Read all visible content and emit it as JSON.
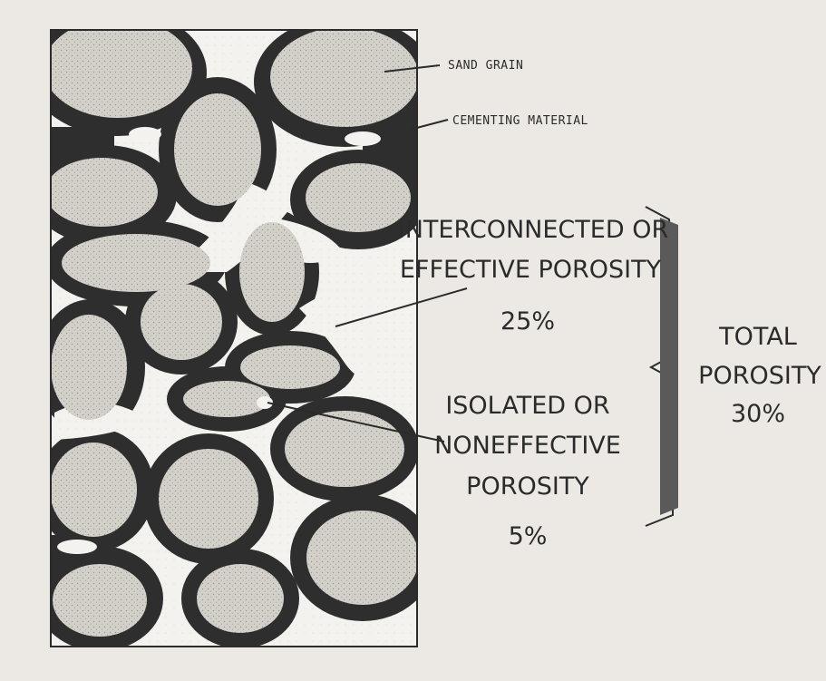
{
  "figure": {
    "labels": {
      "sand_grain": "SAND GRAIN",
      "cementing_material": "CEMENTING MATERIAL",
      "effective_line1": "INTERCONNECTED OR",
      "effective_line2": "EFFECTIVE POROSITY",
      "effective_value": "25%",
      "isolated_line1": "ISOLATED OR",
      "isolated_line2": "NONEFFECTIVE",
      "isolated_line3": "POROSITY",
      "isolated_value": "5%",
      "total_line1": "TOTAL",
      "total_line2": "POROSITY",
      "total_value": "30%"
    },
    "colors": {
      "background": "#ece9e4",
      "cement": "#2e2e2e",
      "grain": "#d3d0ca",
      "pore": "#f4f2ee",
      "ink": "#2b2b2b"
    }
  }
}
